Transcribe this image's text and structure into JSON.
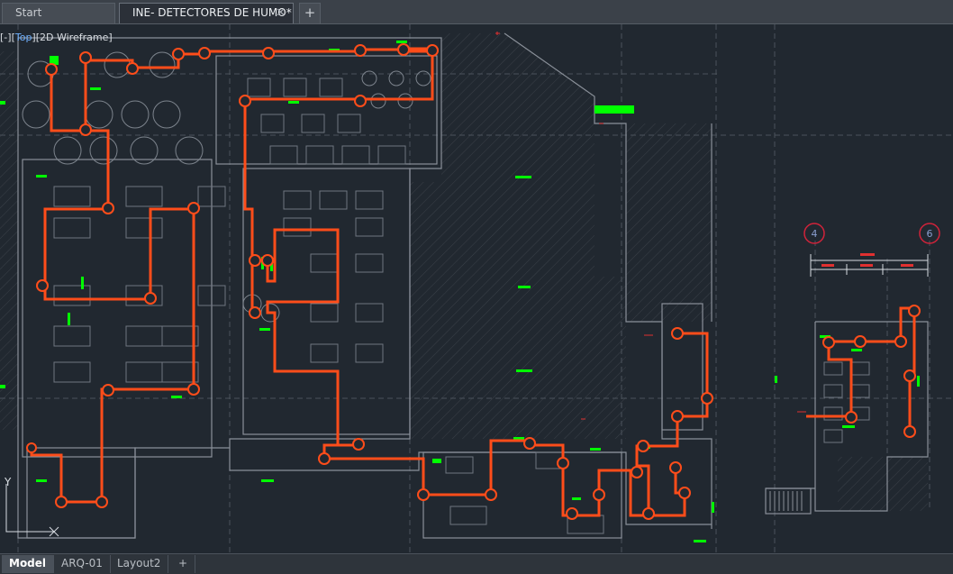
{
  "file_tabs": {
    "start_label": "Start",
    "document_label": "INE- DETECTORES DE HUMO*",
    "close_glyph": "✕",
    "new_tab_glyph": "+"
  },
  "viewport": {
    "view_controls": {
      "minus": "[-]",
      "view": "Top",
      "style": "2D Wireframe"
    },
    "grid_bubbles": [
      "4",
      "6"
    ],
    "axis_label": "Y"
  },
  "layout_tabs": {
    "items": [
      "Model",
      "ARQ-01",
      "Layout2"
    ],
    "active": "Model",
    "add_glyph": "+"
  },
  "colors": {
    "background": "#212830",
    "smoke_detector_route": "#ff4d1a",
    "walls": "#8a9099",
    "labels": "#00ff00",
    "grid_bubble": "#d0233a"
  }
}
